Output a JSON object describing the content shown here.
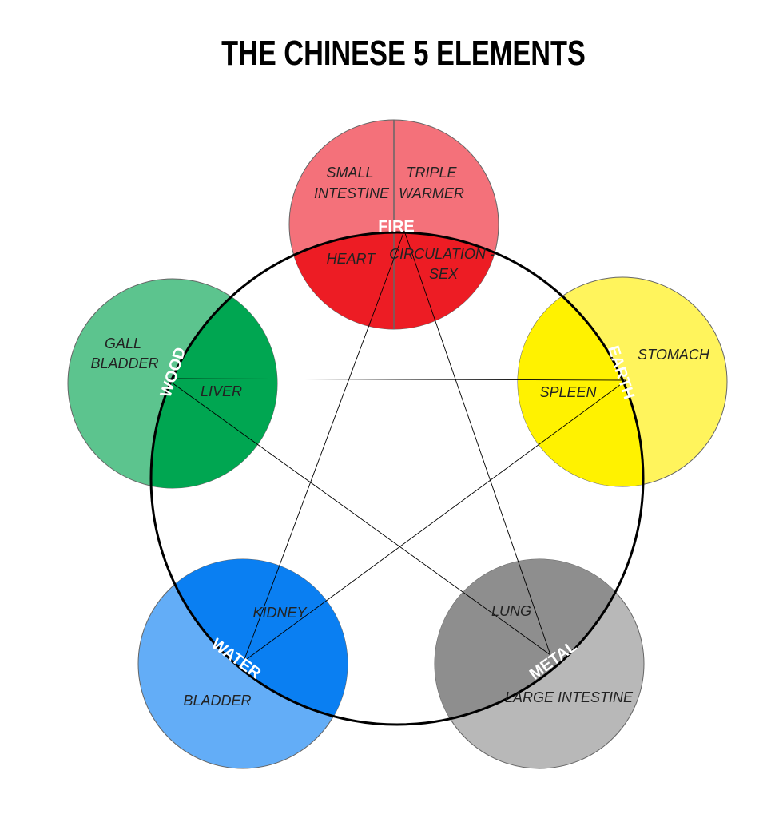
{
  "title": "THE CHINESE 5 ELEMENTS",
  "colors": {
    "fire_outer": "#f4717a",
    "fire_inner": "#ed1c24",
    "wood_outer": "#5cc48e",
    "wood_inner": "#00a651",
    "earth_outer": "#fff45c",
    "earth_inner": "#fff200",
    "metal_outer": "#b8b8b8",
    "metal_inner": "#8e8e8e",
    "water_outer": "#63adf7",
    "water_inner": "#0a7ff2"
  },
  "elements": {
    "fire": {
      "label": "FIRE",
      "organs": [
        "SMALL",
        "INTESTINE",
        "TRIPLE",
        "WARMER",
        "HEART",
        "CIRCULATION -",
        "SEX"
      ]
    },
    "wood": {
      "label": "WOOD",
      "organs": [
        "GALL",
        "BLADDER",
        "LIVER"
      ]
    },
    "earth": {
      "label": "EARTH",
      "organs": [
        "STOMACH",
        "SPLEEN"
      ]
    },
    "metal": {
      "label": "METAL",
      "organs": [
        "LUNG",
        "LARGE INTESTINE"
      ]
    },
    "water": {
      "label": "WATER",
      "organs": [
        "KIDNEY",
        "BLADDER"
      ]
    }
  }
}
